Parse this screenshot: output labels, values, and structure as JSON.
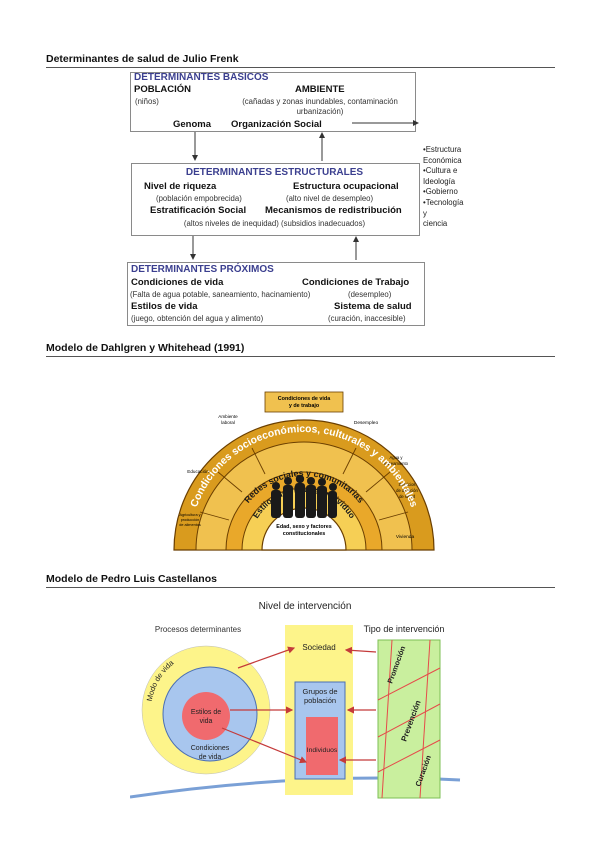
{
  "sections": {
    "frenk_title": "Determinantes de salud de Julio Frenk",
    "dahlgren_title": "Modelo de Dahlgren y Whitehead (1991)",
    "castellanos_title": "Modelo de Pedro Luis Castellanos"
  },
  "frenk": {
    "basicos": {
      "header": "DETERMINANTES BASICOS",
      "poblacion": "POBLACIÓN",
      "ninos": "(niños)",
      "ambiente": "AMBIENTE",
      "ambiente_sub1": "(cañadas y zonas inundables, contaminación",
      "ambiente_sub2": "urbanización)",
      "genoma": "Genoma",
      "organizacion": "Organización Social"
    },
    "side_list": [
      "•Estructura",
      "Económica",
      "•Cultura e",
      "Ideología",
      "•Gobierno",
      "•Tecnología",
      "y",
      "ciencia"
    ],
    "estructurales": {
      "header": "DETERMINANTES ESTRUCTURALES",
      "riqueza": "Nivel de riqueza",
      "riqueza_sub": "(población empobrecida)",
      "ocupacional": "Estructura ocupacional",
      "ocupacional_sub": "(alto nivel de desempleo)",
      "estratificacion": "Estratificación Social",
      "redistribucion": "Mecanismos de redistribución",
      "bottom_sub": "(altos niveles de inequidad) (subsidios inadecuados)"
    },
    "proximos": {
      "header": "DETERMINANTES PRÓXIMOS",
      "condiciones_vida": "Condiciones de vida",
      "condiciones_trabajo": "Condiciones de Trabajo",
      "cv_sub": "(Falta de agua potable, saneamiento, hacinamiento)",
      "ct_sub": "(desempleo)",
      "estilos": "Estilos de vida",
      "sistema": "Sistema de salud",
      "estilos_sub": "(juego, obtención del agua y alimento)",
      "sistema_sub": "(curación, inaccesible)"
    }
  },
  "dahlgren": {
    "outer_label": "Condiciones socioeconómicos, culturales y ambientales",
    "redes_label": "Redes sociales y comunitarias",
    "estilos_label": "Estilos de vida del individuo",
    "core_label1": "Edad, sexo y factores",
    "core_label2": "constitucionales",
    "seg_condiciones1": "Condiciones de vida",
    "seg_condiciones2": "y de trabajo",
    "seg_ambiente1": "Ambiente",
    "seg_ambiente2": "laboral",
    "seg_educacion": "Educación",
    "seg_agricultura1": "Agricultura y",
    "seg_agricultura2": "producción",
    "seg_agricultura3": "de alimentos",
    "seg_desempleo": "Desempleo",
    "seg_agua1": "Agua y",
    "seg_agua2": "saneamiento",
    "seg_servicios1": "Servicios",
    "seg_servicios2": "de atención",
    "seg_servicios3": "de salud",
    "seg_vivienda": "Vivienda",
    "colors": {
      "outer": "#d99b1e",
      "redes": "#f2bd3a",
      "estilos": "#f7d774",
      "core": "#ffffff"
    }
  },
  "castellanos": {
    "nivel_intervencion": "Nivel de intervención",
    "procesos": "Procesos determinantes",
    "tipo_intervencion": "Tipo de intervención",
    "modo_vida": "Modo de vida",
    "estilos_vida1": "Estilos de",
    "estilos_vida2": "vida",
    "condiciones_vida1": "Condiciones",
    "condiciones_vida2": "de vida",
    "sociedad": "Sociedad",
    "grupos1": "Grupos de",
    "grupos2": "población",
    "individuos": "Individuos",
    "promocion": "Promoción",
    "prevencion": "Prevención",
    "curacion": "Curación",
    "colors": {
      "yellow": "#fdf48a",
      "blue": "#a8c6ee",
      "red": "#f06a6e",
      "green": "#c9ef9e",
      "arrow": "#c43a3a"
    }
  }
}
